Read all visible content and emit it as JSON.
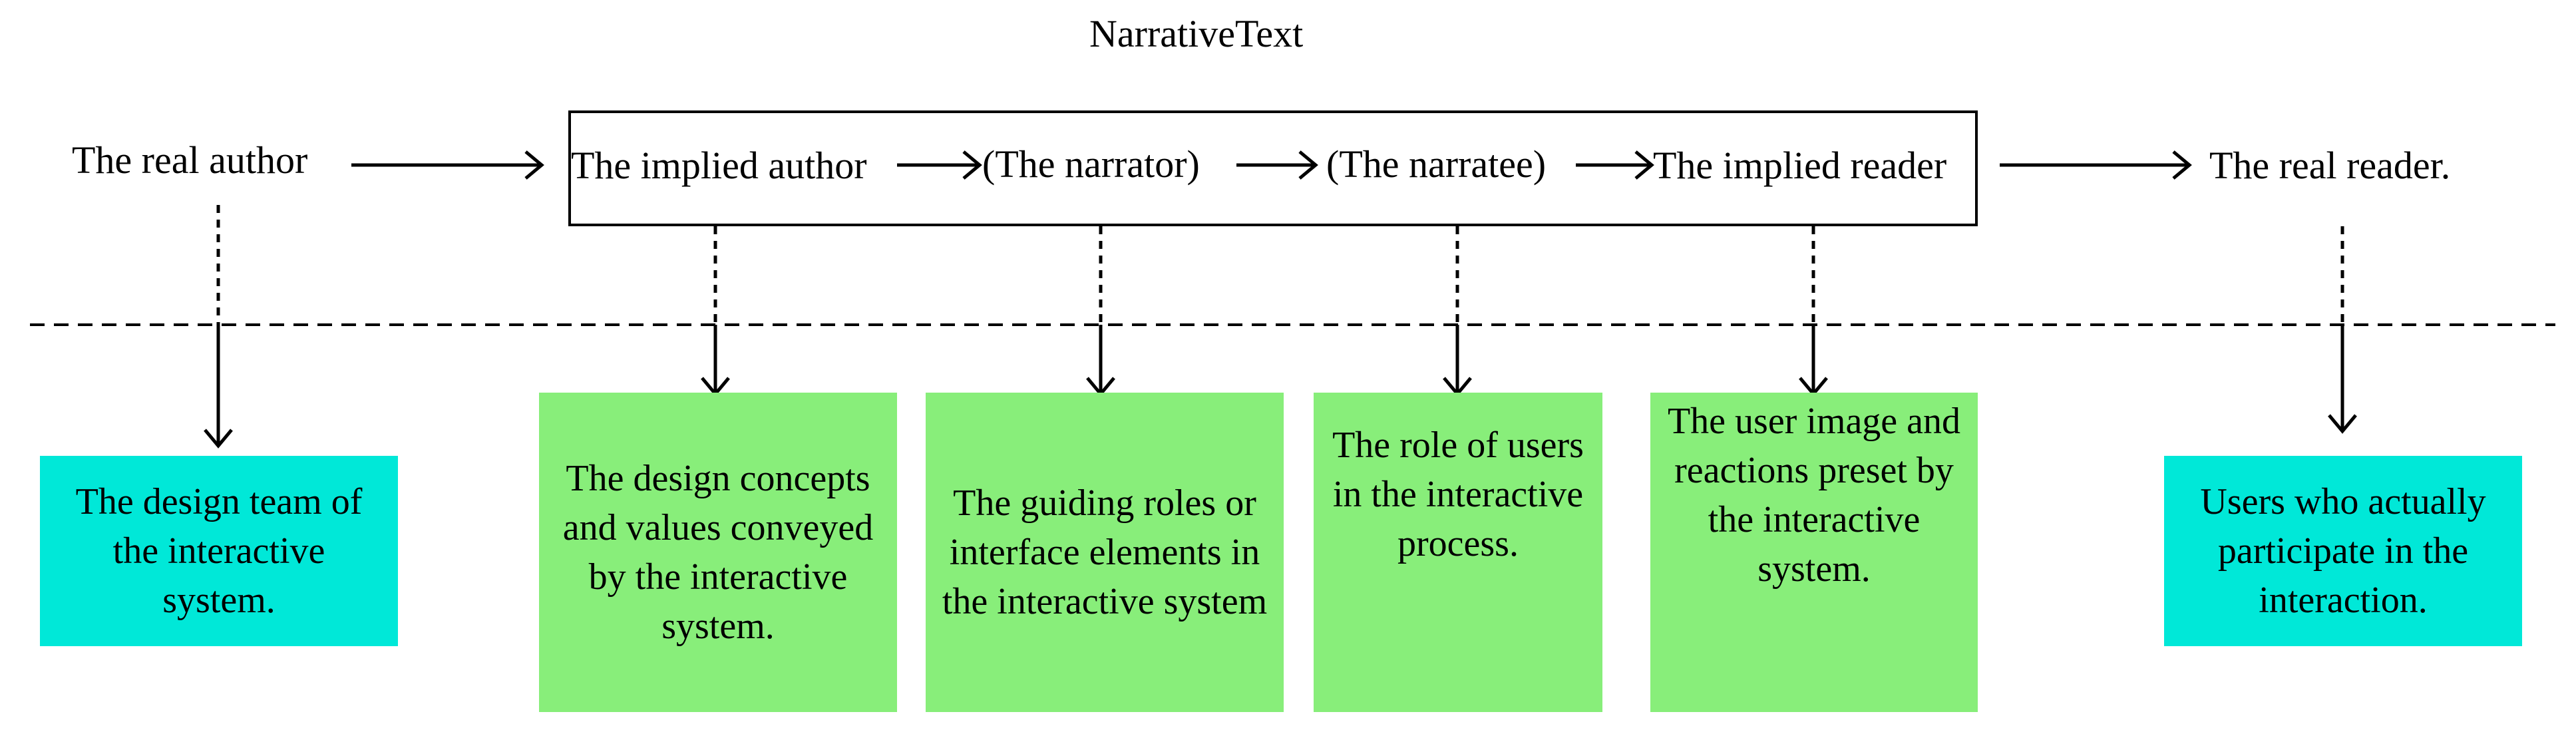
{
  "title": "NarrativeText",
  "chain": {
    "real_author": "The real author",
    "implied_author": "The implied author",
    "narrator": "(The narrator)",
    "narratee": "(The narratee)",
    "implied_reader": "The implied reader",
    "real_reader": "The real reader."
  },
  "boxes": {
    "design_team": "The design team of the interactive system.",
    "design_concepts": "The design concepts and values conveyed by the interactive system.",
    "guiding_roles": "The guiding roles or interface elements in the interactive system",
    "role_of_users": "The role of users in the interactive process.",
    "user_image": "The user image and reactions preset by the interactive system.",
    "actual_users": "Users who actually participate in the interaction."
  },
  "colors": {
    "cyan_box": "#00E8D8",
    "green_box": "#88EE7A",
    "line": "#000000"
  }
}
